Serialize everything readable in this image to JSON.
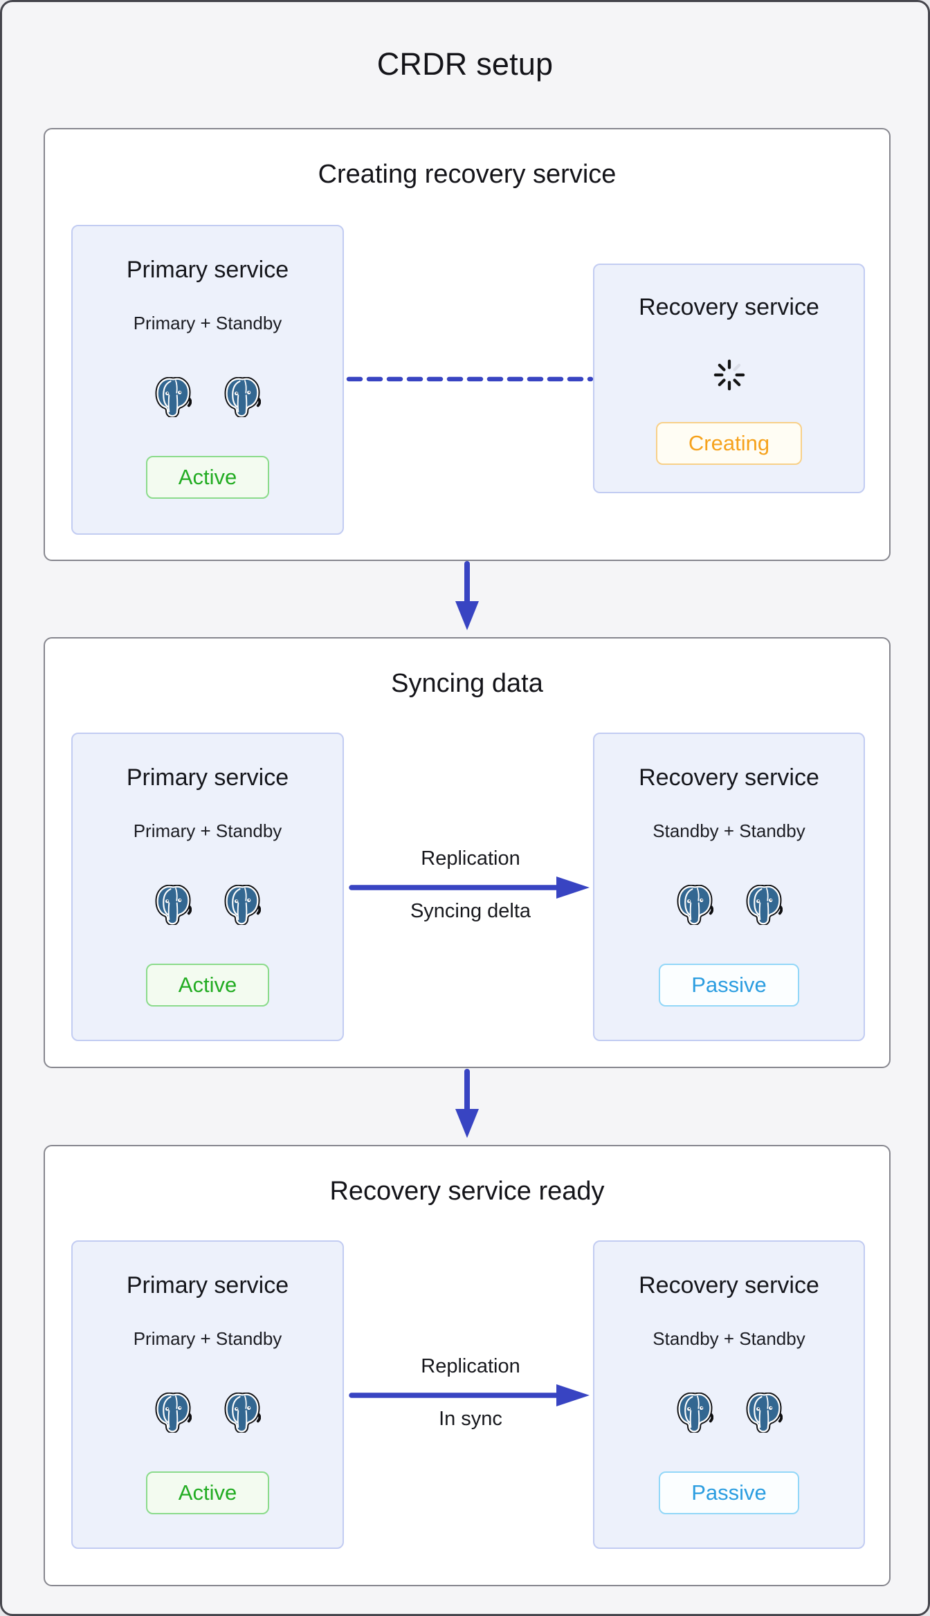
{
  "title": "CRDR setup",
  "colors": {
    "accent_indigo": "#3844c2",
    "postgres_blue": "#336791",
    "active_green": "#22ac22",
    "creating_orange": "#f6a21c",
    "passive_blue": "#2b9de0",
    "page_background": "#f5f5f7",
    "card_background": "#edf1fb"
  },
  "stages": [
    {
      "title": "Creating recovery service",
      "primary": {
        "title": "Primary service",
        "subtitle": "Primary + Standby",
        "badge": "Active",
        "postgres_instances": 2
      },
      "recovery": {
        "title": "Recovery service",
        "badge": "Creating",
        "status_icon": "spinner"
      },
      "connector": {
        "style": "dashed-line"
      }
    },
    {
      "title": "Syncing data",
      "primary": {
        "title": "Primary service",
        "subtitle": "Primary + Standby",
        "badge": "Active",
        "postgres_instances": 2
      },
      "recovery": {
        "title": "Recovery service",
        "subtitle": "Standby + Standby",
        "badge": "Passive",
        "postgres_instances": 2
      },
      "connector": {
        "style": "solid-arrow",
        "label_top": "Replication",
        "label_bottom": "Syncing delta"
      }
    },
    {
      "title": "Recovery service ready",
      "primary": {
        "title": "Primary service",
        "subtitle": "Primary + Standby",
        "badge": "Active",
        "postgres_instances": 2
      },
      "recovery": {
        "title": "Recovery service",
        "subtitle": "Standby + Standby",
        "badge": "Passive",
        "postgres_instances": 2
      },
      "connector": {
        "style": "solid-arrow",
        "label_top": "Replication",
        "label_bottom": "In sync"
      }
    }
  ]
}
